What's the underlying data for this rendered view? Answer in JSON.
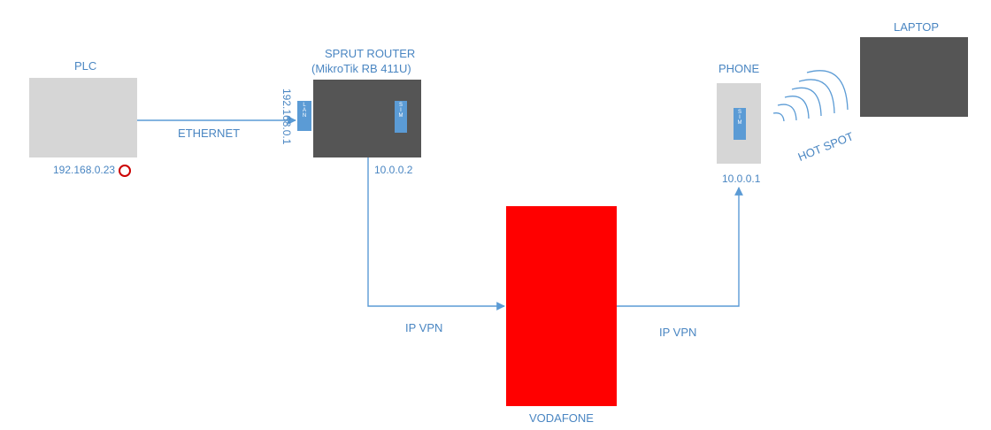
{
  "nodes": {
    "plc": {
      "label": "PLC",
      "ip": "192.168.0.23"
    },
    "router": {
      "label_line1": "SPRUT ROUTER",
      "label_line2": "(MikroTik RB 411U)",
      "lan_ip": "192.168.0.1",
      "wan_ip": "10.0.0.2",
      "lan_port": "LAN",
      "sim_port": "SIM"
    },
    "phone": {
      "label": "PHONE",
      "ip": "10.0.0.1",
      "sim_port": "SIM"
    },
    "laptop": {
      "label": "LAPTOP"
    },
    "vodafone": {
      "label": "VODAFONE"
    }
  },
  "links": {
    "plc_router": "ETHERNET",
    "router_vodafone": "IP VPN",
    "vodafone_phone": "IP VPN",
    "phone_laptop": "HOT SPOT"
  },
  "colors": {
    "line": "#5b9bd5",
    "text": "#4a86c2",
    "device_light": "#d6d6d6",
    "device_dark": "#555555",
    "provider": "#ff0000",
    "status_marker": "#cc0000"
  }
}
